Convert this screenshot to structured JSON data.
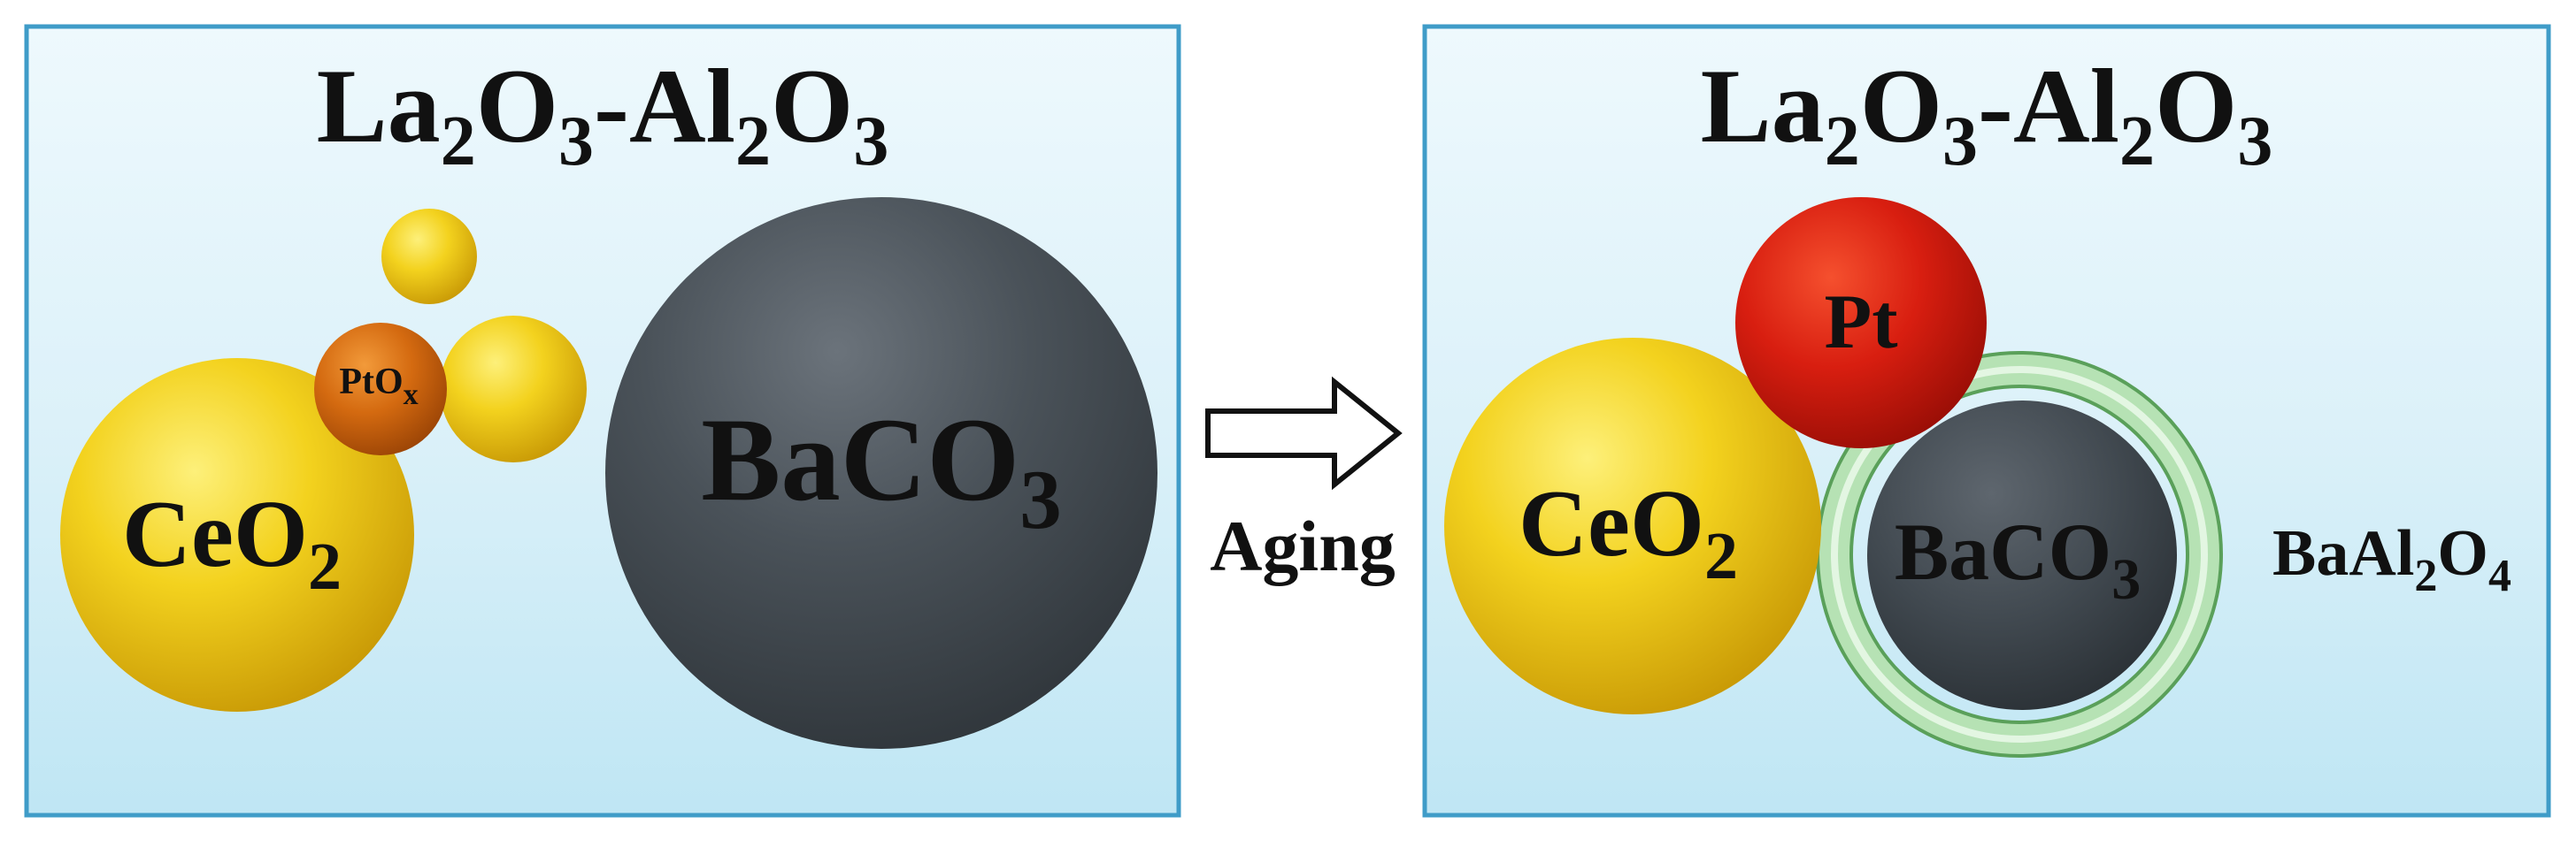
{
  "colors": {
    "panel_border": "#3f9cc8",
    "panel_fill_top": "#eef9fd",
    "panel_fill_bottom": "#bfe6f4",
    "ceo2": "#f2cc1c",
    "ptox": "#d46a10",
    "pt": "#d81e10",
    "baco3": "#444c54",
    "baal2o4_shell": "#a3d9a3",
    "yellow_small": "#f3cf26",
    "arrow_fill": "#ffffff",
    "text": "#111111"
  },
  "left_panel": {
    "title": {
      "p1": "La",
      "s1": "2",
      "p2": "O",
      "s2": "3",
      "p3": "-Al",
      "s3": "2",
      "p4": "O",
      "s4": "3"
    },
    "ceo2": {
      "main": "CeO",
      "sub": "2"
    },
    "ptox": {
      "main": "PtO",
      "sub": "x"
    },
    "baco3": {
      "main": "BaCO",
      "sub": "3"
    }
  },
  "arrow": {
    "label": "Aging",
    "icon": "right-arrow-icon"
  },
  "right_panel": {
    "title": {
      "p1": "La",
      "s1": "2",
      "p2": "O",
      "s2": "3",
      "p3": "-Al",
      "s3": "2",
      "p4": "O",
      "s4": "3"
    },
    "ceo2": {
      "main": "CeO",
      "sub": "2"
    },
    "pt": "Pt",
    "baco3": {
      "main": "BaCO",
      "sub": "3"
    },
    "shell": {
      "p1": "BaAl",
      "s1": "2",
      "p2": "O",
      "s2": "4"
    }
  }
}
